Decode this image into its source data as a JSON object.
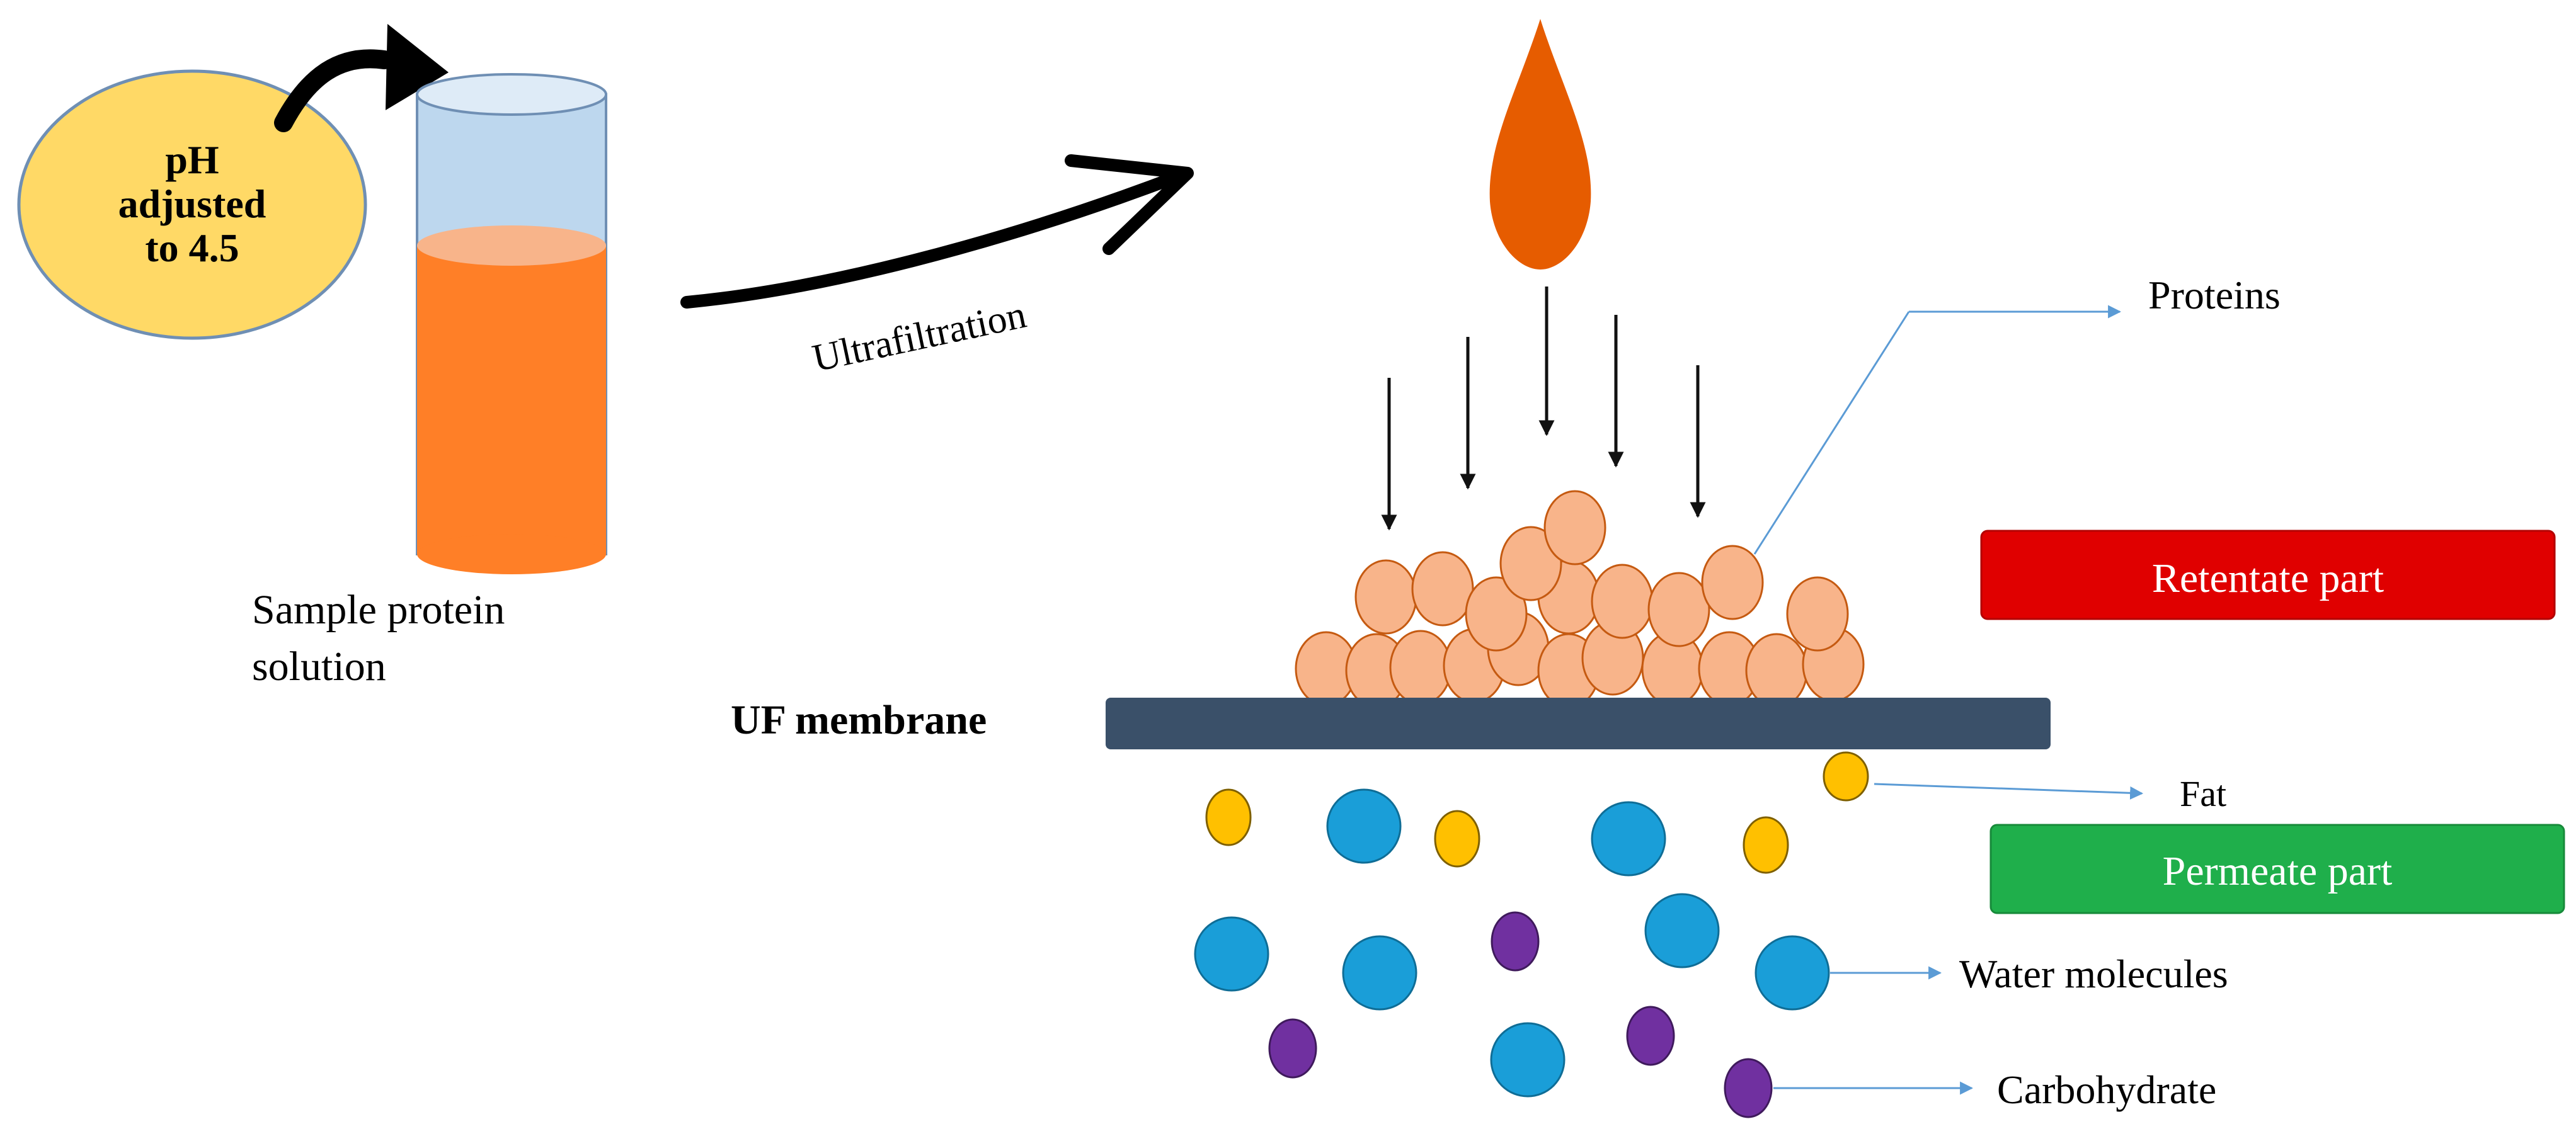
{
  "labels": {
    "ph_line1": "pH",
    "ph_line2": "adjusted",
    "ph_line3": "to 4.5",
    "sample_line1": "Sample protein",
    "sample_line2": "solution",
    "ultrafiltration": "Ultrafiltration",
    "proteins": "Proteins",
    "uf_membrane": "UF membrane",
    "retentate": "Retentate part",
    "fat": "Fat",
    "permeate": "Permeate part",
    "water_molecules": "Water molecules",
    "carbohydrate": "Carbohydrate"
  },
  "colors": {
    "ph_circle_fill": "#FFD966",
    "ph_circle_stroke": "#6F8FB4",
    "tube_liquid": "#FF7F27",
    "tube_liquid_top": "#F8B48A",
    "tube_glass": "#BDD7EE",
    "drop": "#E65C00",
    "protein": "#F8B48A",
    "protein_stroke": "#C55A11",
    "membrane": "#3A5069",
    "retentate_box": "#E00000",
    "permeate_box": "#1FAF4B",
    "fat": "#FFC000",
    "water": "#1A9ED8",
    "carbohydrate": "#7030A0",
    "callout_line": "#5B9BD5"
  }
}
